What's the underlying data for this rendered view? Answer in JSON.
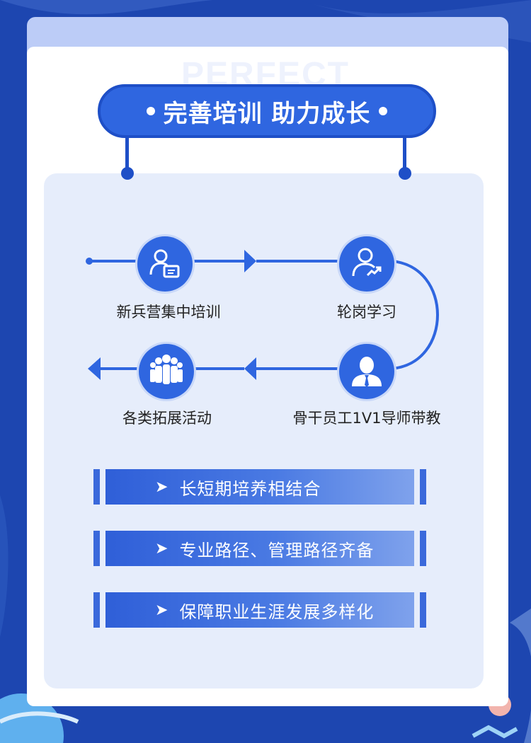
{
  "header": {
    "watermark": "PERFECT",
    "title": "完善培训 助力成长"
  },
  "flow": {
    "steps": [
      {
        "label": "新兵营集中培训",
        "icon": "id-card-user-icon"
      },
      {
        "label": "轮岗学习",
        "icon": "user-growth-icon"
      },
      {
        "label": "骨干员工1V1导师带教",
        "icon": "mentor-tie-icon"
      },
      {
        "label": "各类拓展活动",
        "icon": "team-group-icon"
      }
    ]
  },
  "highlights": [
    {
      "arrow": "➤",
      "text": "长短期培养相结合"
    },
    {
      "arrow": "➤",
      "text": "专业路径、管理路径齐备"
    },
    {
      "arrow": "➤",
      "text": "保障职业生涯发展多样化"
    }
  ],
  "colors": {
    "background": "#1d46b0",
    "accent": "#2f66e0",
    "panel": "#e6edfb",
    "tab": "#bcccf7"
  }
}
